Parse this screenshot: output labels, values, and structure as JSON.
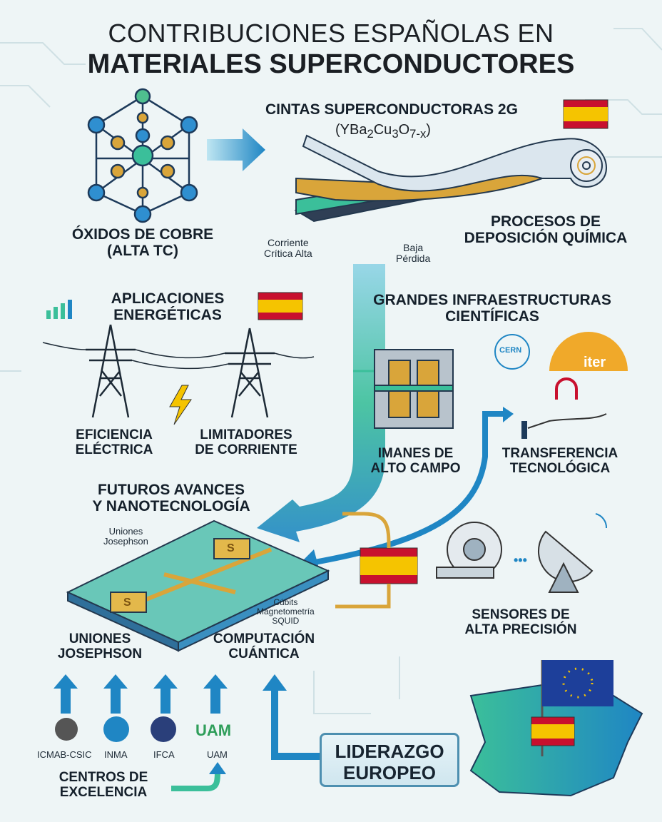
{
  "header": {
    "title_line1": "CONTRIBUCIONES ESPAÑOLAS EN",
    "title_line2": "MATERIALES SUPERCONDUCTORES"
  },
  "tapes": {
    "title": "CINTAS SUPERCONDUCTORAS 2G",
    "formula_base": "(YBa",
    "formula_sub1": "2",
    "formula_mid": "Cu",
    "formula_sub2": "3",
    "formula_o": "O",
    "formula_sub3": "7-x",
    "formula_close": ")",
    "label_current_1": "Corriente",
    "label_current_2": "Crítica Alta",
    "label_loss_1": "Baja",
    "label_loss_2": "Pérdida"
  },
  "oxides": {
    "line1": "ÓXIDOS DE COBRE",
    "line2": "(ALTA TC)"
  },
  "deposition": {
    "line1": "PROCESOS DE",
    "line2": "DEPOSICIÓN QUÍMICA"
  },
  "energy": {
    "title1": "APLICACIONES",
    "title2": "ENERGÉTICAS",
    "efficiency1": "EFICIENCIA",
    "efficiency2": "ELÉCTRICA",
    "limiters1": "LIMITADORES",
    "limiters2": "DE CORRIENTE"
  },
  "infrastructure": {
    "title1": "GRANDES INFRAESTRUCTURAS",
    "title2": "CIENTÍFICAS",
    "magnets1": "IMANES DE",
    "magnets2": "ALTO CAMPO",
    "transfer1": "TRANSFERENCIA",
    "transfer2": "TECNOLÓGICA",
    "cern": "CERN",
    "iter": "iter"
  },
  "future": {
    "title1": "FUTUROS AVANCES",
    "title2": "Y NANOTECNOLOGÍA",
    "chip_label1": "Uniones",
    "chip_label2": "Josephson",
    "chip_label3": "Cúbits",
    "chip_label4": "Magnetometría",
    "chip_label5": "SQUID",
    "pad": "S",
    "josephson1": "UNIONES",
    "josephson2": "JOSEPHSON",
    "quantum1": "COMPUTACIÓN",
    "quantum2": "CUÁNTICA"
  },
  "sensors": {
    "line1": "SENSORES DE",
    "line2": "ALTA PRECISIÓN",
    "dots": "•••"
  },
  "centers": {
    "items": [
      {
        "name": "ICMAB-CSIC"
      },
      {
        "name": "INMA"
      },
      {
        "name": "IFCA"
      },
      {
        "name": "UAM",
        "logo": "UAM"
      }
    ],
    "title1": "CENTROS DE",
    "title2": "EXCELENCIA"
  },
  "leadership": {
    "line1": "LIDERAZGO",
    "line2": "EUROPEO"
  },
  "colors": {
    "blue": "#1f86c4",
    "teal": "#3bbf9a",
    "gold": "#d9a53a",
    "spain_red": "#c8102e",
    "spain_yellow": "#f5c400",
    "eu_blue": "#1d3f9a"
  }
}
